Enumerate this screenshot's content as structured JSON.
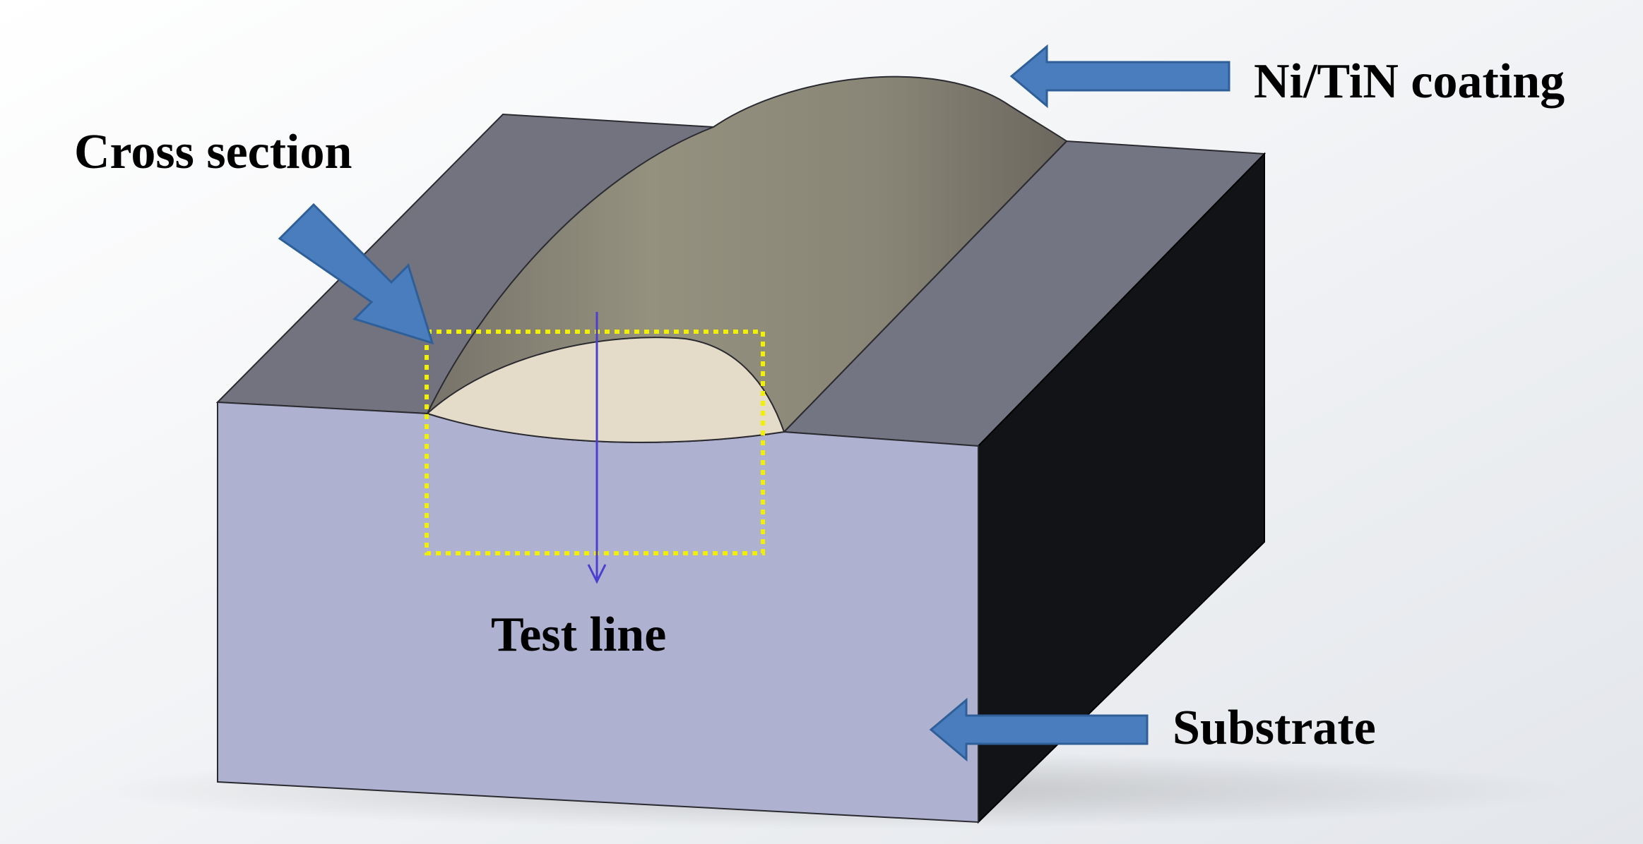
{
  "labels": {
    "coating": "Ni/TiN coating",
    "cross_section": "Cross section",
    "test_line": "Test line",
    "substrate": "Substrate"
  },
  "colors": {
    "substrate_front": "#aeb1cf",
    "substrate_side": "#111317",
    "substrate_top": "#72737f",
    "coating_dome": "#8c887c",
    "cross_section_face": "#e4dcc8",
    "arrow_fill": "#4a7dbd",
    "arrow_stroke": "#2f5f98",
    "highlight_box": "#f0f000",
    "test_line": "#4a3fd0"
  }
}
